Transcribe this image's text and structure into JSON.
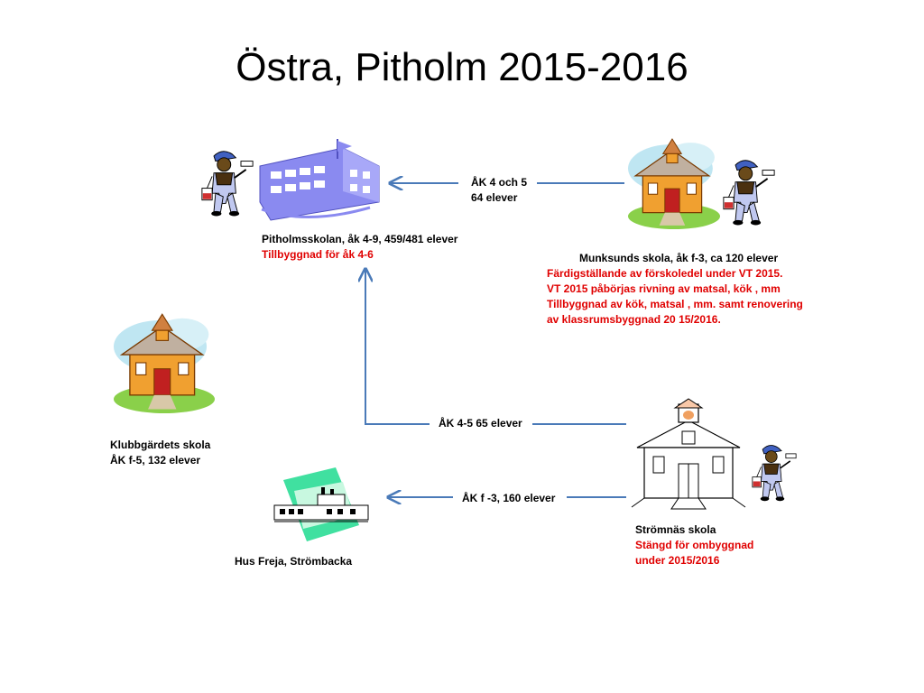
{
  "title": "Östra, Pitholm 2015-2016",
  "colors": {
    "arrow": "#4a7ab8",
    "red_text": "#e00000",
    "school_wall": "#f0a030",
    "building_blue": "#8a8af0",
    "freja_teal": "#40e0a0"
  },
  "nodes": {
    "pitholmsskolan": {
      "name": "Pitholmsskolan, åk 4-9, 459/481 elever",
      "note": "Tillbyggnad för åk 4-6",
      "icon": "large-school-building-icon"
    },
    "munksund": {
      "name": "Munksunds skola, åk f-3, ca 120 elever",
      "notes": [
        "Färdigställande av förskoledel under VT 2015.",
        "VT 2015 påbörjas rivning av matsal, kök , mm",
        "Tillbyggnad av kök, matsal , mm. samt renovering",
        "av klassrumsbyggnad 20 15/2016."
      ],
      "icon": "schoolhouse-icon"
    },
    "klubbgardet": {
      "lines": [
        "Klubbgärdets skola",
        "ÅK f-5, 132 elever"
      ],
      "icon": "schoolhouse-icon"
    },
    "stromnas": {
      "name": "Strömnäs skola",
      "notes": [
        "Stängd för ombyggnad",
        "under 2015/2016"
      ],
      "icon": "outline-schoolhouse-icon"
    },
    "freja": {
      "name": "Hus Freja, Strömbacka",
      "icon": "building-icon"
    }
  },
  "arrows": {
    "munksund_to_pitholm": {
      "lines": [
        "ÅK 4 och 5",
        "64 elever"
      ]
    },
    "stromnas_to_pitholm": {
      "label": "ÅK 4-5 65 elever"
    },
    "stromnas_to_freja": {
      "label": "ÅK f -3, 160 elever"
    }
  }
}
